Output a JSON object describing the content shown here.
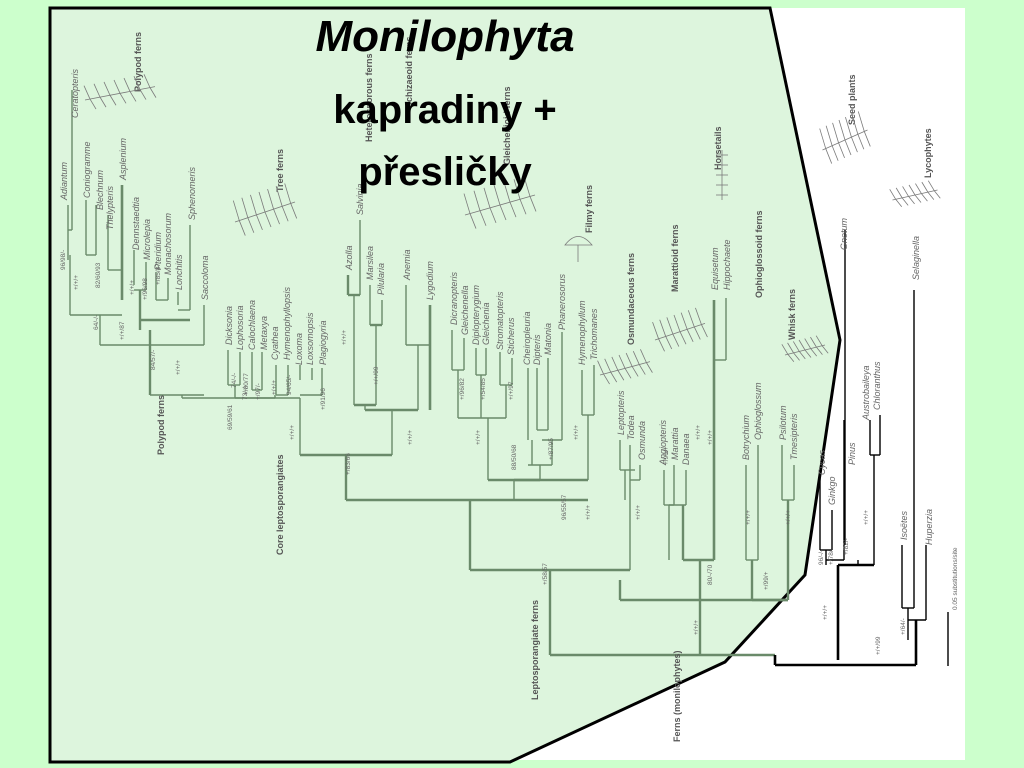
{
  "title": {
    "line1": "Monilophyta",
    "line2": "kapradiny +",
    "line3": "přesličky"
  },
  "colors": {
    "background": "#ccffcc",
    "overlay": "#ddf5dd",
    "branch_fern": "#6a8a6a",
    "branch_other": "#000000"
  },
  "group_labels": [
    {
      "key": "polypod_ferns_top",
      "text": "Polypod ferns"
    },
    {
      "key": "tree_ferns",
      "text": "Tree ferns"
    },
    {
      "key": "heterosporous",
      "text": "Heterosporous ferns"
    },
    {
      "key": "schizaeoid",
      "text": "Schizaeoid ferns"
    },
    {
      "key": "gleichenioid",
      "text": "Gleichenioid ferns"
    },
    {
      "key": "filmy_ferns",
      "text": "Filmy ferns"
    },
    {
      "key": "osmundaceous",
      "text": "Osmundaceous ferns"
    },
    {
      "key": "horsetails",
      "text": "Horsetails"
    },
    {
      "key": "marattioid",
      "text": "Marattioid ferns"
    },
    {
      "key": "ophioglossoid",
      "text": "Ophioglossoid ferns"
    },
    {
      "key": "whisk_ferns",
      "text": "Whisk ferns"
    },
    {
      "key": "seed_plants",
      "text": "Seed plants"
    },
    {
      "key": "lycophytes",
      "text": "Lycophytes"
    },
    {
      "key": "polypod_ferns_bottom",
      "text": "Polypod ferns"
    },
    {
      "key": "core_lepto",
      "text": "Core leptosporangiates"
    },
    {
      "key": "lepto_ferns",
      "text": "Leptosporangiate ferns"
    },
    {
      "key": "ferns_moni",
      "text": "Ferns (monilophytes)"
    }
  ],
  "taxa": [
    "Ceratopteris",
    "Adiantum",
    "Coniogramme",
    "Blechnum",
    "Thelypteris",
    "Asplenium",
    "Dennstaedtia",
    "Microlepia",
    "Pteridium",
    "Monachosorum",
    "Lonchitis",
    "Sphenomeris",
    "Saccoloma",
    "Dicksonia",
    "Lophosoria",
    "Calochlaena",
    "Metaxya",
    "Cyathea",
    "Hymenophyllopsis",
    "Loxoma",
    "Loxsomopsis",
    "Plagiogyria",
    "Azolla",
    "Salvinia",
    "Marsilea",
    "Pilularia",
    "Anemia",
    "Lygodium",
    "Dicranopteris",
    "Gleichenella",
    "Diplopterygium",
    "Gleichenia",
    "Stromatopteris",
    "Sticherus",
    "Dipteris",
    "Matonia",
    "Cheiropleuria",
    "Phanerosorus",
    "Hymenophyllum",
    "Trichomanes",
    "Leptopteris",
    "Todea",
    "Osmunda",
    "Angiopteris",
    "Marattia",
    "Danaea",
    "Equisetum",
    "Hippochaete",
    "Botrychium",
    "Ophioglossum",
    "Psilotum",
    "Tmesipteris",
    "Cycas",
    "Ginkgo",
    "Pinus",
    "Gnetum",
    "Austrobaileya",
    "Chloranthus",
    "Selaginella",
    "Isoëtes",
    "Huperzia"
  ],
  "support_values": [
    "96/98/-",
    "+/+/+",
    "82/60/93",
    "64/-/-",
    "+/+/87",
    "+/+/+",
    "+/96/98",
    "+/85/87",
    "84/57/-",
    "+/+/+",
    "74/-/-",
    "+/80/77",
    "73/-/-",
    "+/97/-",
    "+/+/+",
    "94/65/-",
    "+/91/96",
    "+/+/+",
    "69/59/61",
    "+/+/+",
    "+/+/99",
    "+/+/+",
    "+/83/66",
    "+/+/+",
    "+/96/82",
    "+/54/85",
    "+/+/97",
    "88/50/68",
    "+/87/95",
    "+/+/+",
    "96/55/57",
    "+/+/+",
    "+/+/+",
    "+/96/+",
    "+/+/+",
    "+/+/+",
    "80/-/70",
    "+/+/+",
    "+/99/+",
    "+/+/+",
    "+/58/57",
    "+/+/+",
    "96/-/-",
    "+/78/-",
    "+/82/-",
    "+/+/+",
    "+/64/-",
    "+/+/99",
    "+/+/+"
  ],
  "scale_label": "0.05 substitutions/site"
}
